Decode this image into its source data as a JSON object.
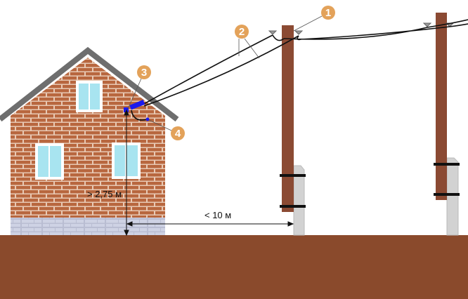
{
  "colors": {
    "ground": "#8a4a2c",
    "brick": "#b8673f",
    "mortar": "#e8c9b4",
    "roof": "#6e6e6e",
    "pole": "#8b4a33",
    "concrete": "#d2d2d2",
    "glass": "#a8e4f0",
    "marker": "#e3a25a",
    "fitting": "#1a1aee",
    "foundation": "#c9cde0"
  },
  "markers": [
    "1",
    "2",
    "3",
    "4"
  ],
  "dimensions": {
    "height": "> 2,75 м",
    "distance": "< 10 м"
  }
}
